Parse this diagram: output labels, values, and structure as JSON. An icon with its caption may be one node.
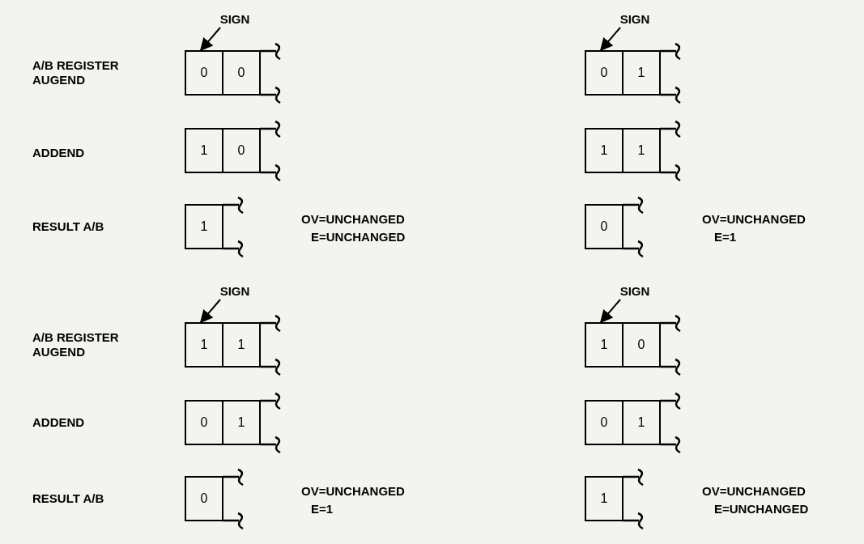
{
  "diagram": {
    "nodes": [
      {
        "text": [
          "SIGN"
        ]
      },
      {
        "text": [
          "0"
        ]
      },
      {
        "text": [
          "0"
        ]
      },
      {
        "text": [
          "1"
        ]
      },
      {
        "text": [
          "0"
        ]
      },
      {
        "text": [
          "1"
        ]
      },
      {
        "text": [
          "SIGN"
        ]
      },
      {
        "text": [
          "0"
        ]
      },
      {
        "text": [
          "1"
        ]
      },
      {
        "text": [
          "1"
        ]
      },
      {
        "text": [
          "1"
        ]
      },
      {
        "text": [
          "0"
        ]
      },
      {
        "text": [
          "SIGN"
        ]
      },
      {
        "text": [
          "1"
        ]
      },
      {
        "text": [
          "1"
        ]
      },
      {
        "text": [
          "0"
        ]
      },
      {
        "text": [
          "1"
        ]
      },
      {
        "text": [
          "0"
        ]
      },
      {
        "text": [
          "SIGN"
        ]
      },
      {
        "text": [
          "1"
        ]
      },
      {
        "text": [
          "0"
        ]
      },
      {
        "text": [
          "0"
        ]
      },
      {
        "text": [
          "1"
        ]
      },
      {
        "text": [
          "1"
        ]
      }
    ],
    "edges": [
      {
        "from": 0,
        "to": 1,
        "arrow": "to"
      },
      {
        "from": 6,
        "to": 7,
        "arrow": "to"
      },
      {
        "from": 12,
        "to": 13,
        "arrow": "to"
      },
      {
        "from": 18,
        "to": 19,
        "arrow": "to"
      }
    ],
    "labels": [
      "A/B REGISTER AUGEND",
      "ADDEND",
      "RESULT A/B",
      "OV=UNCHANGED",
      "E=UNCHANGED",
      "OV=UNCHANGED",
      "E=1",
      "A/B REGISTER AUGEND",
      "ADDEND",
      "RESULT A/B",
      "OV=UNCHANGED",
      "E=1",
      "OV=UNCHANGED",
      "E=UNCHANGED"
    ]
  }
}
